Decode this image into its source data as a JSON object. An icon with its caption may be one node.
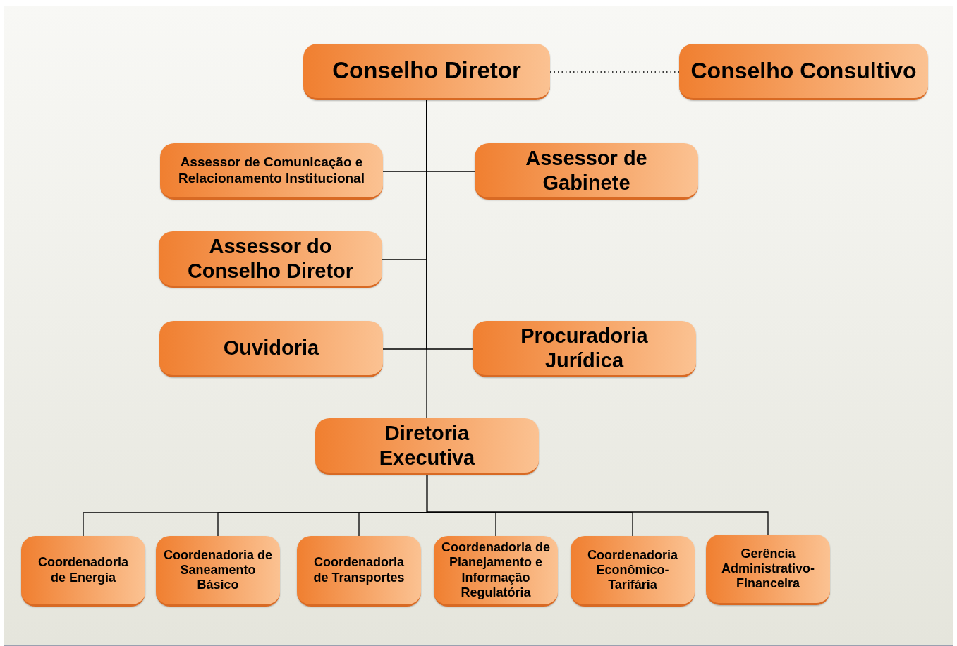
{
  "diagram": {
    "nodes": [
      {
        "text": [
          "Conselho Diretor"
        ]
      },
      {
        "text": [
          "Conselho Consultivo"
        ]
      },
      {
        "text": [
          "Assessor de Comunicação e Relacionamento Institucional"
        ]
      },
      {
        "text": [
          "Assessor de Gabinete"
        ]
      },
      {
        "text": [
          "Assessor do Conselho Diretor"
        ]
      },
      {
        "text": [
          "Ouvidoria"
        ]
      },
      {
        "text": [
          "Procuradoria Jurídica"
        ]
      },
      {
        "text": [
          "Diretoria Executiva"
        ]
      },
      {
        "text": [
          "Coordenadoria de Energia"
        ]
      },
      {
        "text": [
          "Coordenadoria de Saneamento Básico"
        ]
      },
      {
        "text": [
          "Coordenadoria de Transportes"
        ]
      },
      {
        "text": [
          "Coordenadoria de Planejamento e Informação Regulatória"
        ]
      },
      {
        "text": [
          "Coordenadoria Econômico-Tarifária"
        ]
      },
      {
        "text": [
          "Gerência Administrativo-Financeira"
        ]
      }
    ],
    "edges": [
      {
        "from": 0,
        "to": 1,
        "arrow": "none",
        "style": "dashed"
      },
      {
        "from": 0,
        "to": 2,
        "arrow": "none"
      },
      {
        "from": 0,
        "to": 3,
        "arrow": "none"
      },
      {
        "from": 0,
        "to": 4,
        "arrow": "none"
      },
      {
        "from": 0,
        "to": 5,
        "arrow": "none"
      },
      {
        "from": 0,
        "to": 6,
        "arrow": "none"
      },
      {
        "from": 0,
        "to": 7,
        "arrow": "none"
      },
      {
        "from": 7,
        "to": 8,
        "arrow": "none"
      },
      {
        "from": 7,
        "to": 9,
        "arrow": "none"
      },
      {
        "from": 7,
        "to": 10,
        "arrow": "none"
      },
      {
        "from": 7,
        "to": 11,
        "arrow": "none"
      },
      {
        "from": 7,
        "to": 12,
        "arrow": "none"
      },
      {
        "from": 7,
        "to": 13,
        "arrow": "none"
      }
    ]
  }
}
